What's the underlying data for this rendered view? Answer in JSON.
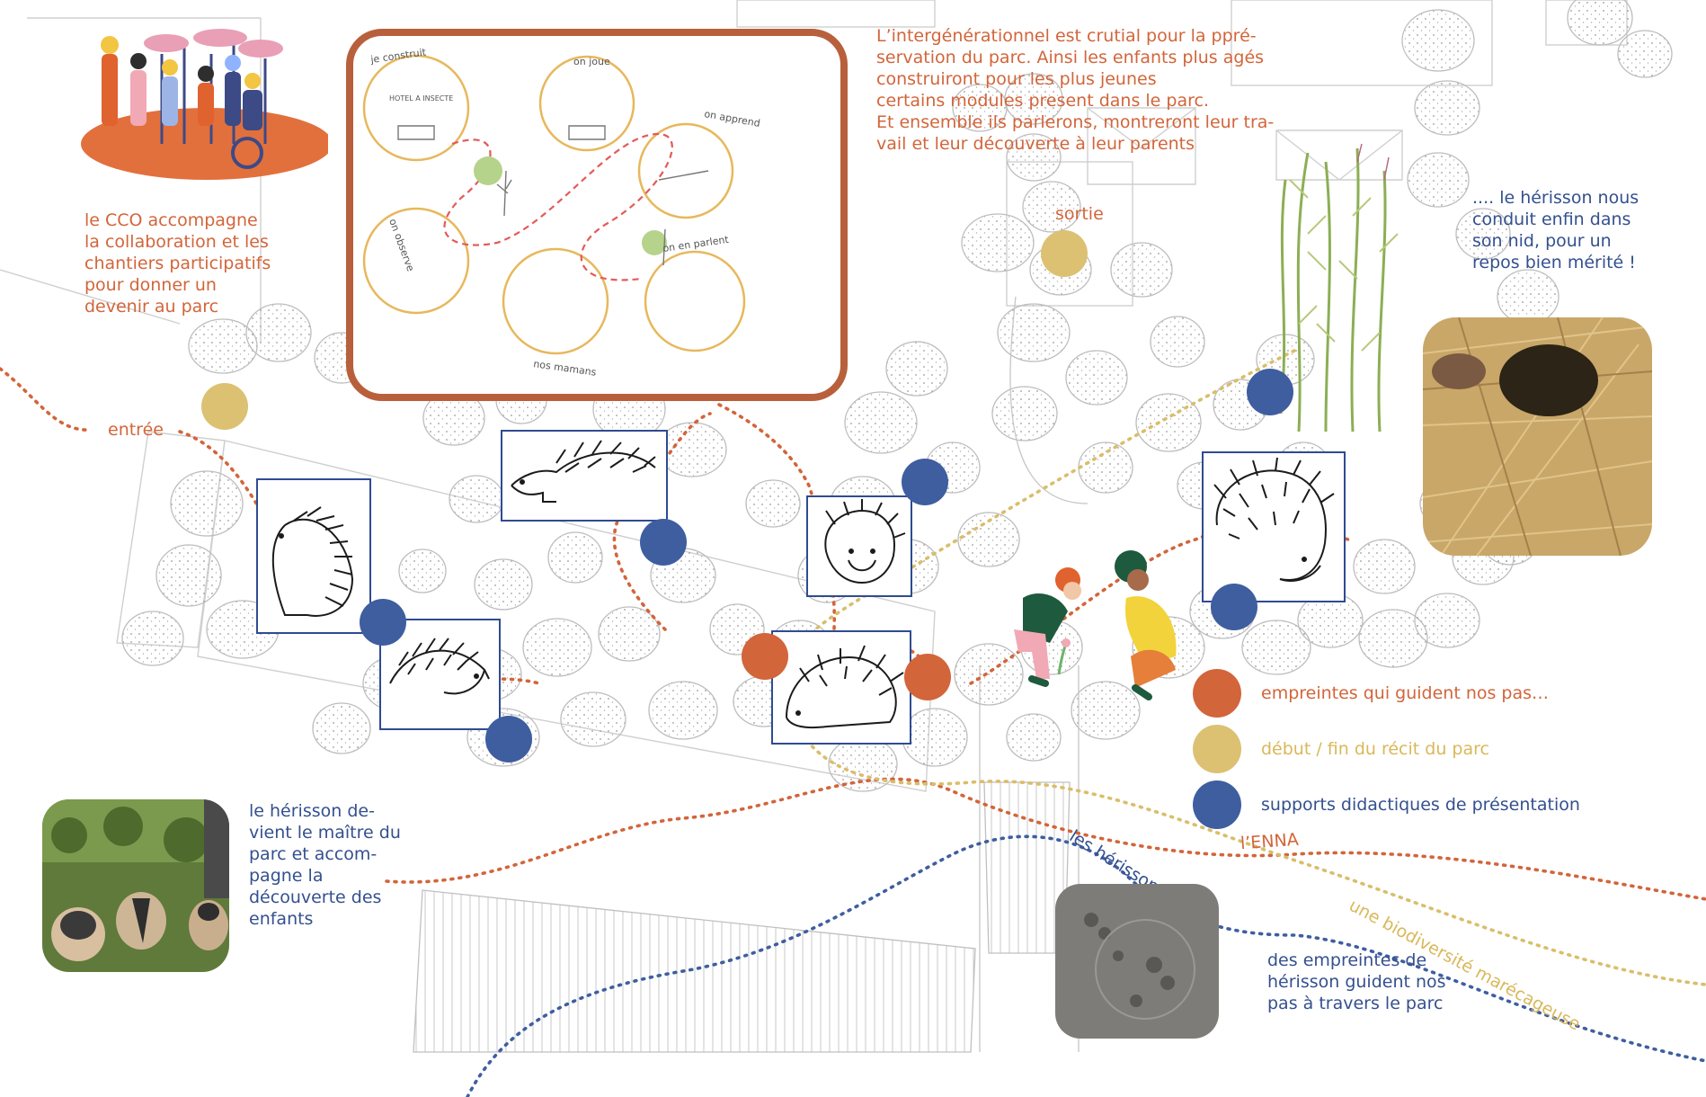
{
  "colors": {
    "orange": "#d2653a",
    "blue": "#3f5ea0",
    "yellow": "#dcc173",
    "frame": "#b8603c",
    "hedgehog_frame": "#2f4b91",
    "sketch": "#b8b8b8"
  },
  "texts": {
    "cco": "le CCO accompagne\nla collaboration et les\nchantiers participatifs\npour donner un\ndevenir au parc",
    "intergen": "L’intergénérationnel est crutial pour la ppré-\nservation du parc. Ainsi les enfants plus agés\nconstruiront pour les plus jeunes\ncertains modules present dans le parc.\n Et ensemble ils parlerons, montreront leur tra-\nvail et leur découverte à leur parents",
    "sortie": "sortie",
    "entree": "entrée",
    "herisson_nid": ".... le hérisson nous\nconduit enfin dans\nson nid, pour un\nrepos bien mérité !",
    "herisson_maitre": "le hérisson de-\nvient le maître du\nparc et accom-\npagne la\ndécouverte des\n enfants",
    "empreintes": "des empreintes de\nhérisson guident nos\npas à travers le parc"
  },
  "sketch_labels": {
    "construit": "je construit",
    "hotel": "HOTEL A INSECTE",
    "joue": "on joue",
    "apprend": "on apprend",
    "observe": "on observe",
    "parlent": "on en parlent",
    "mamans": "nos mamans"
  },
  "path_labels": {
    "enna": "l’ENNA",
    "biodiversite": "une biodiversité marécageuse",
    "herissons": "les hérissons"
  },
  "legend": [
    {
      "color": "#d2653a",
      "label": "empreintes qui guident nos pas…",
      "text_color": "#d2653a"
    },
    {
      "color": "#dcc173",
      "label": "début / fin du récit du parc",
      "text_color": "#d9b85a"
    },
    {
      "color": "#3f5ea0",
      "label": "supports didactiques de présentation",
      "text_color": "#34508f"
    }
  ],
  "icons": {
    "hedgehog": "hedgehog-drawing-icon",
    "marker": "circle-marker-icon"
  }
}
